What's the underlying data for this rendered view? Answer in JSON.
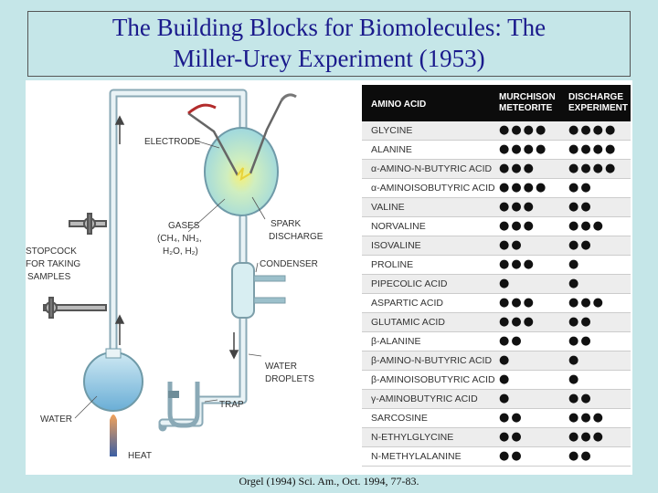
{
  "title": {
    "line1": "The Building Blocks for Biomolecules:  The",
    "line2": "Miller-Urey Experiment (1953)"
  },
  "diagram": {
    "labels": {
      "electrode": "ELECTRODE",
      "gases_1": "GASES",
      "gases_2": "(CH₄, NH₃,",
      "gases_3": "H₂O, H₂)",
      "spark_1": "SPARK",
      "spark_2": "DISCHARGE",
      "stopcock_1": "STOPCOCK",
      "stopcock_2": "FOR TAKING",
      "stopcock_3": "SAMPLES",
      "condenser": "CONDENSER",
      "droplets_1": "WATER",
      "droplets_2": "DROPLETS",
      "trap": "TRAP",
      "water": "WATER",
      "heat": "HEAT"
    }
  },
  "table": {
    "headers": {
      "amino_acid": "AMINO ACID",
      "murchison_1": "MURCHISON",
      "murchison_2": "METEORITE",
      "discharge_1": "DISCHARGE",
      "discharge_2": "EXPERIMENT"
    },
    "rows": [
      {
        "name": "GLYCINE",
        "murchison": "●●●●",
        "discharge": "●●●●"
      },
      {
        "name": "ALANINE",
        "murchison": "●●●●",
        "discharge": "●●●●"
      },
      {
        "name": "α-AMINO-N-BUTYRIC ACID",
        "murchison": "●●●",
        "discharge": "●●●●"
      },
      {
        "name": "α-AMINOISOBUTYRIC ACID",
        "murchison": "●●●●",
        "discharge": "●●"
      },
      {
        "name": "VALINE",
        "murchison": "●●●",
        "discharge": "●●"
      },
      {
        "name": "NORVALINE",
        "murchison": "●●●",
        "discharge": "●●●"
      },
      {
        "name": "ISOVALINE",
        "murchison": "●●",
        "discharge": "●●"
      },
      {
        "name": "PROLINE",
        "murchison": "●●●",
        "discharge": "●"
      },
      {
        "name": "PIPECOLIC ACID",
        "murchison": "●",
        "discharge": "●"
      },
      {
        "name": "ASPARTIC ACID",
        "murchison": "●●●",
        "discharge": "●●●"
      },
      {
        "name": "GLUTAMIC ACID",
        "murchison": "●●●",
        "discharge": "●●"
      },
      {
        "name": "β-ALANINE",
        "murchison": "●●",
        "discharge": "●●"
      },
      {
        "name": "β-AMINO-N-BUTYRIC ACID",
        "murchison": "●",
        "discharge": "●"
      },
      {
        "name": "β-AMINOISOBUTYRIC ACID",
        "murchison": "●",
        "discharge": "●"
      },
      {
        "name": "γ-AMINOBUTYRIC ACID",
        "murchison": "●",
        "discharge": "●●"
      },
      {
        "name": "SARCOSINE",
        "murchison": "●●",
        "discharge": "●●●"
      },
      {
        "name": "N-ETHYLGLYCINE",
        "murchison": "●●",
        "discharge": "●●●"
      },
      {
        "name": "N-METHYLALANINE",
        "murchison": "●●",
        "discharge": "●●"
      }
    ]
  },
  "caption": "Orgel (1994) Sci. Am., Oct. 1994, 77-83."
}
